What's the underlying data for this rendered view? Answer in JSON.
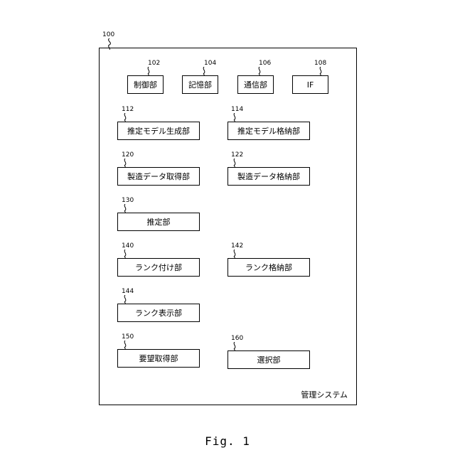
{
  "system": {
    "ref": "100",
    "label": "管理システム"
  },
  "components": [
    {
      "ref": "102",
      "label": "制御部"
    },
    {
      "ref": "104",
      "label": "記憶部"
    },
    {
      "ref": "106",
      "label": "通信部"
    },
    {
      "ref": "108",
      "label": "IF"
    },
    {
      "ref": "112",
      "label": "推定モデル生成部"
    },
    {
      "ref": "114",
      "label": "推定モデル格納部"
    },
    {
      "ref": "120",
      "label": "製造データ取得部"
    },
    {
      "ref": "122",
      "label": "製造データ格納部"
    },
    {
      "ref": "130",
      "label": "推定部"
    },
    {
      "ref": "140",
      "label": "ランク付け部"
    },
    {
      "ref": "142",
      "label": "ランク格納部"
    },
    {
      "ref": "144",
      "label": "ランク表示部"
    },
    {
      "ref": "150",
      "label": "要望取得部"
    },
    {
      "ref": "160",
      "label": "選択部"
    }
  ],
  "figure_caption": "Fig. 1"
}
